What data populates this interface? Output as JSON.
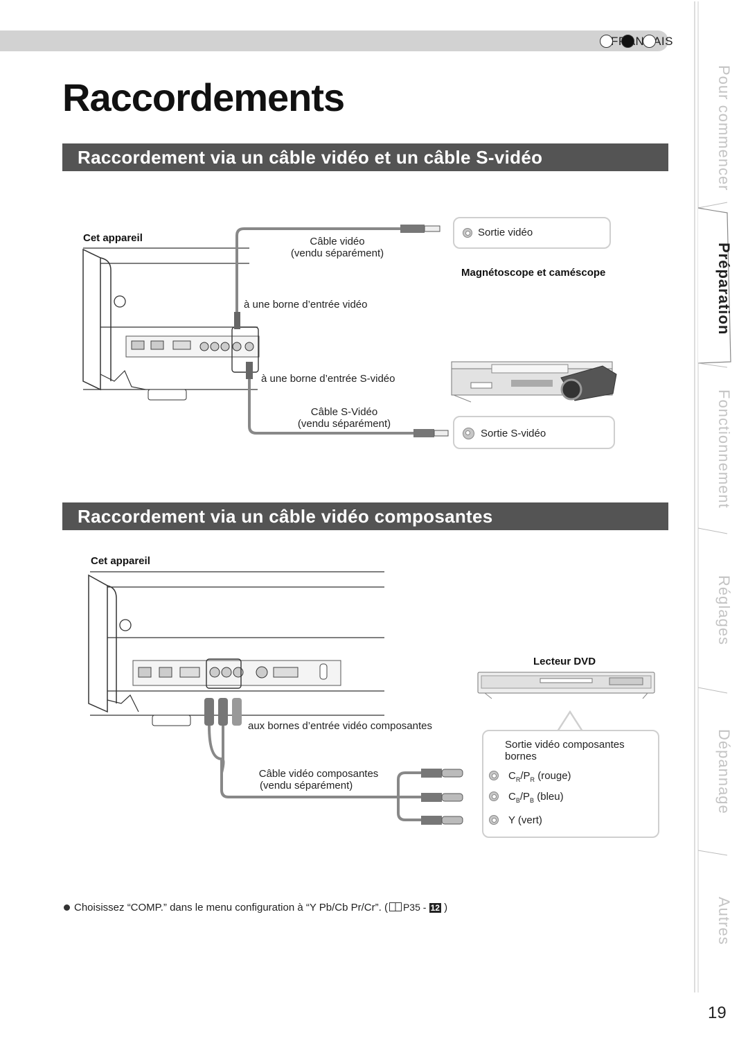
{
  "header": {
    "language": "FRANÇAIS",
    "page_title": "Raccordements"
  },
  "sections": [
    {
      "title": "Raccordement via un câble vidéo et un câble S-vidéo",
      "device_label": "Cet appareil",
      "video_cable_line1": "Câble vidéo",
      "video_cable_line2": "(vendu séparément)",
      "video_input": "à une borne d’entrée vidéo",
      "svideo_input": "à une borne d’entrée S-vidéo",
      "svideo_cable_line1": "Câble S-Vidéo",
      "svideo_cable_line2": "(vendu séparément)",
      "video_output": "Sortie vidéo",
      "svideo_output": "Sortie S-vidéo",
      "source_label": "Magnétoscope et caméscope"
    },
    {
      "title": "Raccordement via un câble vidéo composantes",
      "device_label": "Cet appareil",
      "component_input": "aux bornes d’entrée vidéo composantes",
      "component_cable_line1": "Câble vidéo composantes",
      "component_cable_line2": "(vendu séparément)",
      "source_label": "Lecteur DVD",
      "output_title_line1": "Sortie vidéo composantes",
      "output_title_line2": "bornes",
      "outputs": [
        {
          "main": "C",
          "sub1": "R",
          "sep": "/P",
          "sub2": "R",
          "suffix": " (rouge)"
        },
        {
          "main": "C",
          "sub1": "B",
          "sep": "/P",
          "sub2": "B",
          "suffix": " (bleu)"
        },
        {
          "main": "",
          "sub1": "",
          "sep": "",
          "sub2": "",
          "suffix": "Y (vert)"
        }
      ]
    }
  ],
  "note": {
    "text": "Choisissez “COMP.” dans le menu configuration à “Y Pb/Cb Pr/Cr”. (",
    "ref_page": "P35 -",
    "ref_badge": "12",
    "close": ")"
  },
  "side_tabs": [
    "Pour commencer",
    "Préparation",
    "Fonctionnement",
    "Réglages",
    "Dépannage",
    "Autres"
  ],
  "active_tab": "Préparation",
  "page_number": "19"
}
